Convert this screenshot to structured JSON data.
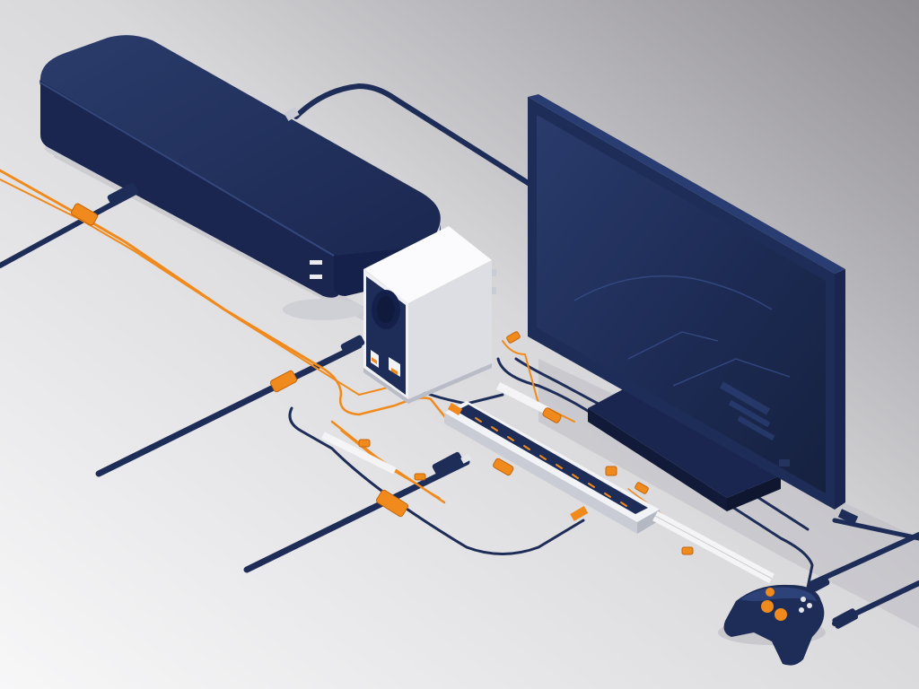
{
  "scene": {
    "palette": {
      "navy": "#1e2d57",
      "navy_dark": "#142044",
      "navy_light": "#2d4278",
      "orange": "#f08a1c",
      "white_device": "#f2f3f6",
      "background_top": "#8f8d92",
      "background_bottom": "#f7f7f8"
    },
    "objects": [
      "soundbar",
      "subwoofer-speaker",
      "monitor",
      "power-strip",
      "game-controller",
      "cables",
      "cable-ties"
    ]
  }
}
